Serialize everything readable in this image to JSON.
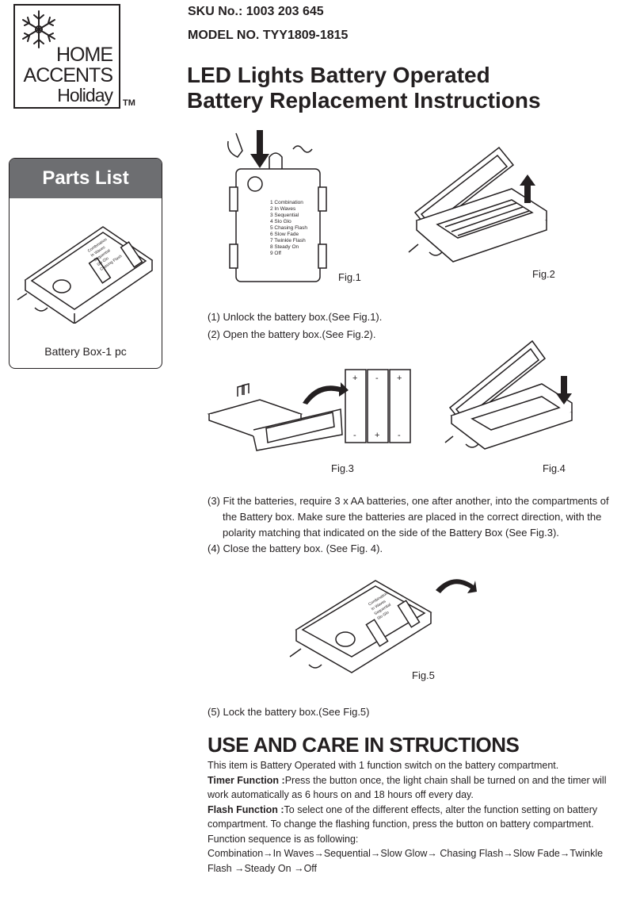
{
  "logo": {
    "line1": "HOME",
    "line2": "ACCENTS",
    "line3": "Holiday",
    "tm": "TM"
  },
  "header": {
    "sku": "SKU No.: 1003 203 645",
    "model": "MODEL NO. TYY1809-1815",
    "title_line1": "LED Lights Battery Operated",
    "title_line2": "Battery Replacement Instructions"
  },
  "parts_list": {
    "title": "Parts List",
    "caption": "Battery Box-1 pc"
  },
  "battery_label": [
    "1 Combination",
    "2 In Waves",
    "3 Sequential",
    "4 Slo Glo",
    "5 Chasing Flash",
    "6 Slow Fade",
    "7 Twinkle Flash",
    "8 Steady On",
    "9 Off"
  ],
  "figures": {
    "fig1": "Fig.1",
    "fig2": "Fig.2",
    "fig3": "Fig.3",
    "fig4": "Fig.4",
    "fig5": "Fig.5"
  },
  "steps": {
    "s1": "(1) Unlock the battery box.(See Fig.1).",
    "s2": "(2) Open the battery box.(See Fig.2).",
    "s3_l1": "(3) Fit the batteries, require 3 x AA batteries, one after another, into the compartments of",
    "s3_l2": "the Battery box. Make sure the batteries are placed in the correct direction, with the",
    "s3_l3": "polarity matching that indicated on the side of the Battery Box (See Fig.3).",
    "s4": "(4) Close the battery box. (See Fig. 4).",
    "s5": "(5) Lock the battery box.(See Fig.5)"
  },
  "care": {
    "title": "USE AND CARE IN STRUCTIONS",
    "intro": "This item is Battery Operated with 1 function switch on the battery compartment.",
    "timer_label": "Timer Function :",
    "timer_text": "Press the button once, the light chain shall be turned on and the timer will work automatically as 6 hours on and 18 hours off every day.",
    "flash_label": "Flash Function :",
    "flash_text": "To select one of the different effects, alter the function setting on battery compartment. To change the flashing function, press the button on battery compartment.",
    "sequence_intro": "Function sequence is as following:",
    "sequence": "Combination→In Waves→Sequential→Slow Glow→ Chasing Flash→Slow Fade→Twinkle Flash →Steady On →Off"
  }
}
